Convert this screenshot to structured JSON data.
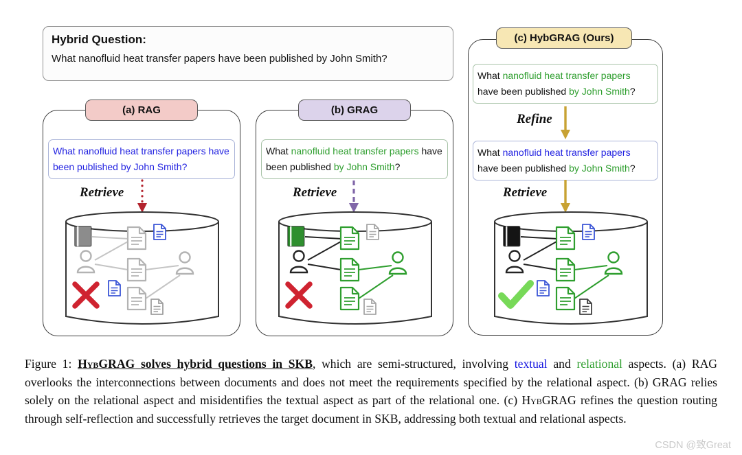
{
  "figure": {
    "watermark": "CSDN @致Great"
  },
  "colors": {
    "rag_badge_bg": "#f3cbc8",
    "grag_badge_bg": "#dcd3eb",
    "hybgrag_badge_bg": "#f7e7b4",
    "blue_text": "#1f1fe0",
    "green_text": "#2e9e2e",
    "rag_arrow": "#b3232d",
    "grag_arrow": "#8066a8",
    "hybgrag_arrow": "#c8a233",
    "cross_red": "#cf2330",
    "check_green": "#77d958"
  },
  "icons": {
    "cross_icon": "✕",
    "check_icon": "✓"
  },
  "hybrid": {
    "title": "Hybrid Question:",
    "question": "What nanofluid heat transfer papers have been published by John Smith?"
  },
  "panels": {
    "a": {
      "badge": "(a) RAG",
      "retrieve_label": "Retrieve",
      "question": "What nanofluid heat transfer papers have been published by John Smith?"
    },
    "b": {
      "badge": "(b) GRAG",
      "retrieve_label": "Retrieve",
      "q": [
        {
          "text": "What ",
          "color": "black"
        },
        {
          "text": "nanofluid heat transfer papers",
          "color": "green"
        },
        {
          "text": " have been published ",
          "color": "black"
        },
        {
          "text": "by John Smith",
          "color": "green"
        },
        {
          "text": "?",
          "color": "black"
        }
      ]
    },
    "c": {
      "badge": "(c) HybGRAG (Ours)",
      "refine_label": "Refine",
      "retrieve_label": "Retrieve",
      "q1": [
        {
          "text": "What ",
          "color": "black"
        },
        {
          "text": "nanofluid heat transfer papers",
          "color": "green"
        },
        {
          "text": " have been published ",
          "color": "black"
        },
        {
          "text": "by John Smith",
          "color": "green"
        },
        {
          "text": "?",
          "color": "black"
        }
      ],
      "q2": [
        {
          "text": "What ",
          "color": "black"
        },
        {
          "text": "nanofluid heat transfer papers",
          "color": "blue"
        },
        {
          "text": " have been published ",
          "color": "black"
        },
        {
          "text": "by John Smith",
          "color": "green"
        },
        {
          "text": "?",
          "color": "black"
        }
      ]
    }
  },
  "caption": {
    "segments": [
      {
        "text": "Figure 1: ",
        "style": "normal"
      },
      {
        "text": "HybGRAG",
        "style": "bold-underline-smallcaps"
      },
      {
        "text": " solves hybrid questions in SKB",
        "style": "bold-underline"
      },
      {
        "text": ", which are semi-structured, involving ",
        "style": "normal"
      },
      {
        "text": "textual",
        "style": "blue"
      },
      {
        "text": " and ",
        "style": "normal"
      },
      {
        "text": "relational",
        "style": "green"
      },
      {
        "text": " aspects. (a) RAG overlooks the interconnections between documents and does not meet the requirements specified by the relational aspect. (b) GRAG relies solely on the relational aspect and misidentifies the textual aspect as part of the relational one. (c) ",
        "style": "normal"
      },
      {
        "text": "HybGRAG",
        "style": "smallcaps"
      },
      {
        "text": " refines the question routing through self-reflection and successfully retrieves the target document in SKB, addressing both textual and relational aspects.",
        "style": "normal"
      }
    ]
  }
}
